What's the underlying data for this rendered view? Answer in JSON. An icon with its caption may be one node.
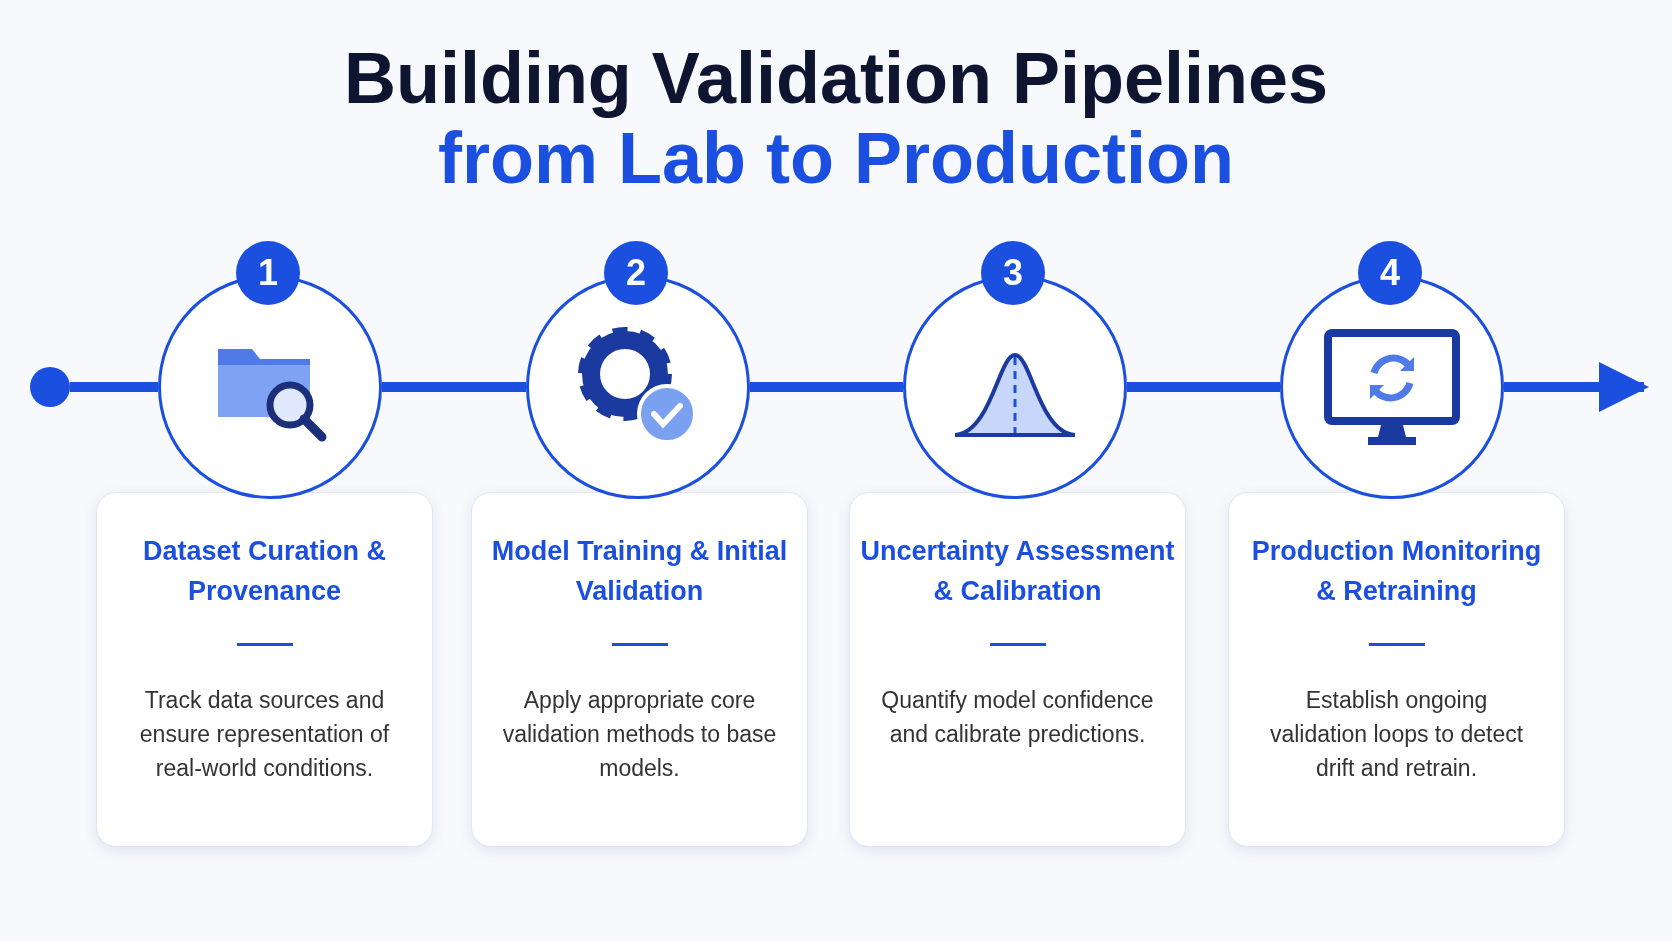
{
  "diagram": {
    "title": "Building Validation Pipelines",
    "nodes": [
      {
        "text": [],
        "shape": "circle"
      },
      {
        "text": [
          "1"
        ]
      },
      {
        "text": [
          "Dataset Curation & Provenance",
          "Track data sources and ensure representation of real-world conditions."
        ]
      },
      {
        "text": [
          "2"
        ]
      },
      {
        "text": [
          "Model Training & Initial Validation",
          "Apply appropriate core validation methods to base models."
        ]
      },
      {
        "text": [
          "3"
        ]
      },
      {
        "text": [
          "Uncertainty Assessment & Calibration",
          "Quantify model confidence and calibrate predictions."
        ]
      },
      {
        "text": [
          "4"
        ]
      },
      {
        "text": [
          "Production Monitoring & Retraining",
          "Establish ongoing validation loops to detect drift and retrain."
        ]
      }
    ],
    "edges": [
      {
        "from": 0,
        "to": 1,
        "arrow": "none"
      },
      {
        "from": 1,
        "to": 3,
        "arrow": "none"
      },
      {
        "from": 3,
        "to": 5,
        "arrow": "none"
      },
      {
        "from": 5,
        "to": 7,
        "arrow": "none"
      },
      {
        "from": 7,
        "to": null,
        "arrow": "to"
      }
    ],
    "labels": [
      "from Lab to Production"
    ]
  }
}
